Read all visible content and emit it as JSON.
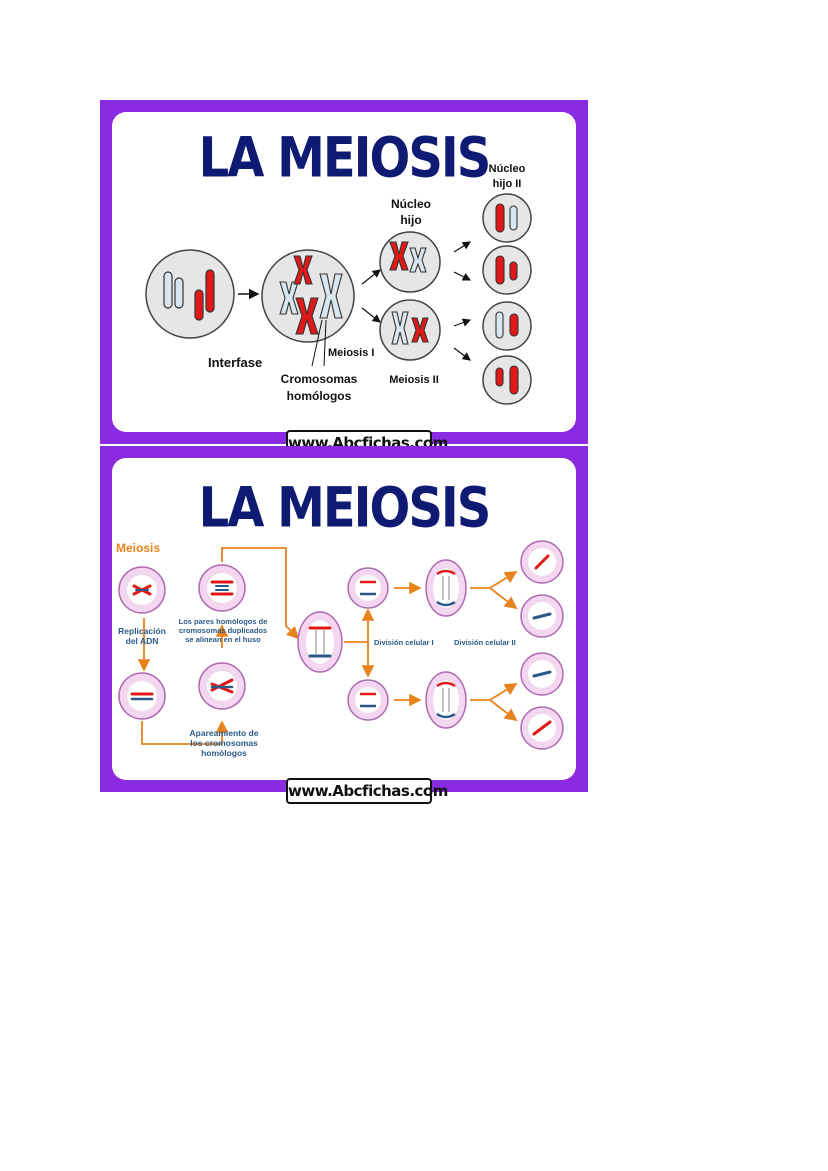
{
  "top_card": {
    "title": "LA MEIOSIS",
    "labels": {
      "interfase": "Interfase",
      "cromosomas_line1": "Cromosomas",
      "cromosomas_line2": "homólogos",
      "meiosis1": "Meiosis I",
      "meiosis2": "Meiosis II",
      "nucleo_hijo_line1": "Núcleo",
      "nucleo_hijo_line2": "hijo",
      "nucleo_hijo2_line1": "Núcleo",
      "nucleo_hijo2_line2": "hijo II"
    },
    "footer": "www.Abcfichas.com"
  },
  "bottom_card": {
    "title": "LA MEIOSIS",
    "labels": {
      "meiosis": "Meiosis",
      "replicacion_line1": "Replicación",
      "replicacion_line2": "del ADN",
      "pares_line1": "Los pares homólogos de",
      "pares_line2": "cromosomas duplicados",
      "pares_line3": "se alinean en el huso",
      "apareamiento_line1": "Apareamiento de",
      "apareamiento_line2": "los cromosomas",
      "apareamiento_line3": "homólogos",
      "division1": "División celular I",
      "division2": "División celular II"
    },
    "footer": "www.Abcfichas.com"
  },
  "colors": {
    "frame": "#8a2be2",
    "title": "#0f1a73",
    "red_chromosome": "#e01818",
    "blue_chromosome": "#d8e6f0",
    "arrow_orange": "#e8821e",
    "cell_pink": "#f3d6f0",
    "label_blue": "#2b5a87"
  }
}
